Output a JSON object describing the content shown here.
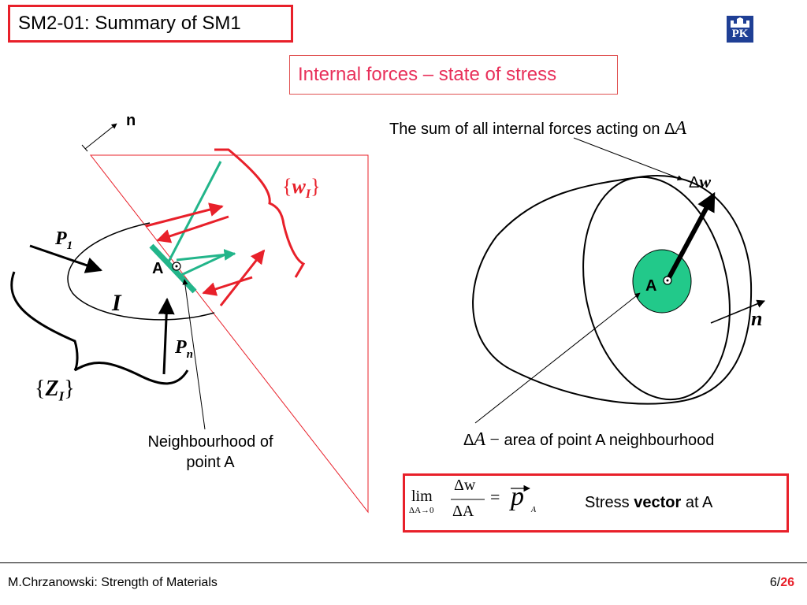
{
  "header": {
    "title": "SM2-01: Summary of SM1",
    "logo_text": "PK",
    "logo_icon": "pk-logo-icon"
  },
  "subtitle": "Internal forces – state of stress",
  "left_diagram": {
    "n_label": "n",
    "w_label_open": "{",
    "w_label_var": "w",
    "w_label_sub": "I",
    "w_label_close": "}",
    "p1_var": "P",
    "p1_sub": "1",
    "pn_var": "P",
    "pn_sub": "n",
    "point_label": "A",
    "region_label": "I",
    "z_label_open": "{",
    "z_label_var": "Z",
    "z_label_sub": "I",
    "z_label_close": "}",
    "neighbourhood_line1": "Neighbourhood of",
    "neighbourhood_line2": "point A",
    "colors": {
      "red": "#e8202a",
      "green": "#22b58a",
      "black": "#000000"
    }
  },
  "right_diagram": {
    "sum_text": "The sum of all internal forces acting on Δ",
    "sum_var": "A",
    "dw_delta": "Δ",
    "dw_var": "w",
    "point_label": "A",
    "n_label": "n",
    "area_delta": "Δ",
    "area_var": "A",
    "area_dash": " − ",
    "area_text": "area of point A neighbourhood",
    "colors": {
      "area_fill": "#22c98a"
    }
  },
  "formula": {
    "lim": "lim",
    "lim_sub": "ΔA→0",
    "numerator": "Δw",
    "denominator": "ΔA",
    "equals": "=",
    "p": "p",
    "p_sub": "A",
    "caption_pre": "Stress ",
    "caption_bold": "vector",
    "caption_post": " at A"
  },
  "footer": {
    "left": "M.Chrzanowski: Strength of Materials",
    "page_current": "6/",
    "page_total": "26"
  }
}
